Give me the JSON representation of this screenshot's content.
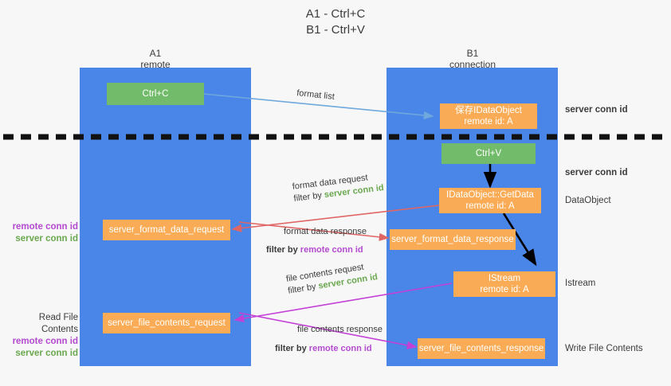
{
  "title": {
    "line1": "A1 - Ctrl+C",
    "line2": "B1 - Ctrl+V"
  },
  "columns": [
    {
      "name": "A1",
      "sub": "remote"
    },
    {
      "name": "B1",
      "sub": "connection"
    }
  ],
  "colors": {
    "panel_blue": "#4a86e8",
    "box_green": "#72bb6a",
    "box_orange": "#f9ab55",
    "server_conn_green": "#6aa84f",
    "remote_conn_magenta": "#b44ad0",
    "arrow_blue": "#6fa8dc",
    "arrow_red": "#e06666",
    "arrow_magenta": "#c340d6",
    "arrow_black": "#000000",
    "divider_black": "#111111",
    "background": "#f7f7f7"
  },
  "boxes": {
    "ctrl_c": {
      "label": "Ctrl+C"
    },
    "save_idataobject": {
      "line1": "保存IDataObject",
      "line2": "remote id: A"
    },
    "ctrl_v": {
      "label": "Ctrl+V"
    },
    "getdata": {
      "line1": "IDataObject::GetData",
      "line2": "remote id: A"
    },
    "server_format_data_request": {
      "label": "server_format_data_request"
    },
    "server_format_data_response": {
      "label": "server_format_data_response"
    },
    "istream": {
      "line1": "IStream",
      "line2": "remote id: A"
    },
    "server_file_contents_request": {
      "label": "server_file_contents_request"
    },
    "server_file_contents_response": {
      "label": "server_file_contents_response"
    }
  },
  "arrow_labels": {
    "format_list": {
      "text": "format list"
    },
    "format_data_request": {
      "line1": "format data request",
      "line2_prefix": "filter by ",
      "line2_value": "server conn id"
    },
    "format_data_response": {
      "line1": "format data response",
      "line2_prefix": "filter by ",
      "line2_value": "remote conn id"
    },
    "file_contents_request": {
      "line1": "file contents request",
      "line2_prefix": "filter by ",
      "line2_value": "server conn id"
    },
    "file_contents_response": {
      "line1": "file contents response",
      "line2_prefix": "filter by ",
      "line2_value": "remote conn id"
    }
  },
  "right_labels": {
    "server_conn_id_top": "server conn id",
    "server_conn_id_mid": "server conn id",
    "dataobject": "DataObject",
    "istream": "Istream",
    "write_file_contents": "Write File Contents"
  },
  "left_labels": {
    "mid_remote": "remote conn id",
    "mid_server": "server conn id",
    "read_file_contents": "Read File Contents",
    "bottom_remote": "remote conn id",
    "bottom_server": "server conn id"
  }
}
